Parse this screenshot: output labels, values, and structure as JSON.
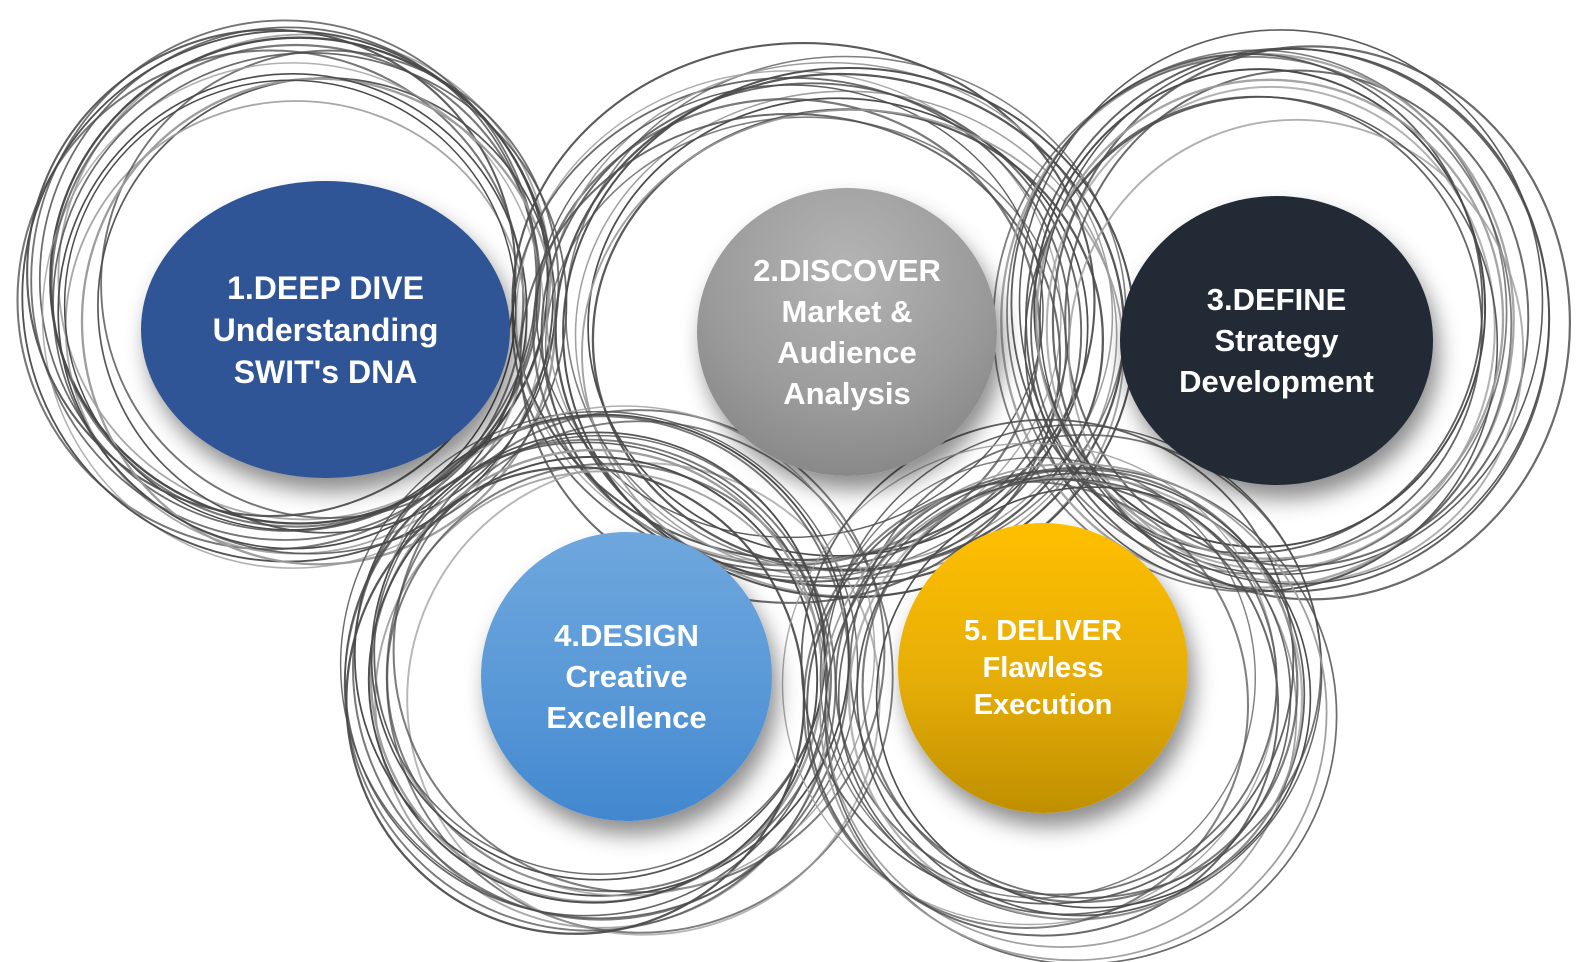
{
  "diagram": {
    "nodes": [
      {
        "id": "deep-dive",
        "lines": [
          "1.DEEP DIVE",
          "Understanding",
          "SWIT's DNA"
        ],
        "color": "#2f5597"
      },
      {
        "id": "discover",
        "lines": [
          "2.DISCOVER",
          "Market &",
          "Audience",
          "Analysis"
        ],
        "color": "#9a9a9a"
      },
      {
        "id": "define",
        "lines": [
          "3.DEFINE",
          "Strategy",
          "Development"
        ],
        "color": "#222a35"
      },
      {
        "id": "design",
        "lines": [
          "4.DESIGN",
          "Creative",
          "Excellence"
        ],
        "color": "#5b9bd5"
      },
      {
        "id": "deliver",
        "lines": [
          "5. DELIVER",
          "Flawless",
          "Execution"
        ],
        "color": "#ffc000"
      }
    ],
    "ring_style": "sketchy concentric circles",
    "ring_color": "#4a4a4a"
  }
}
